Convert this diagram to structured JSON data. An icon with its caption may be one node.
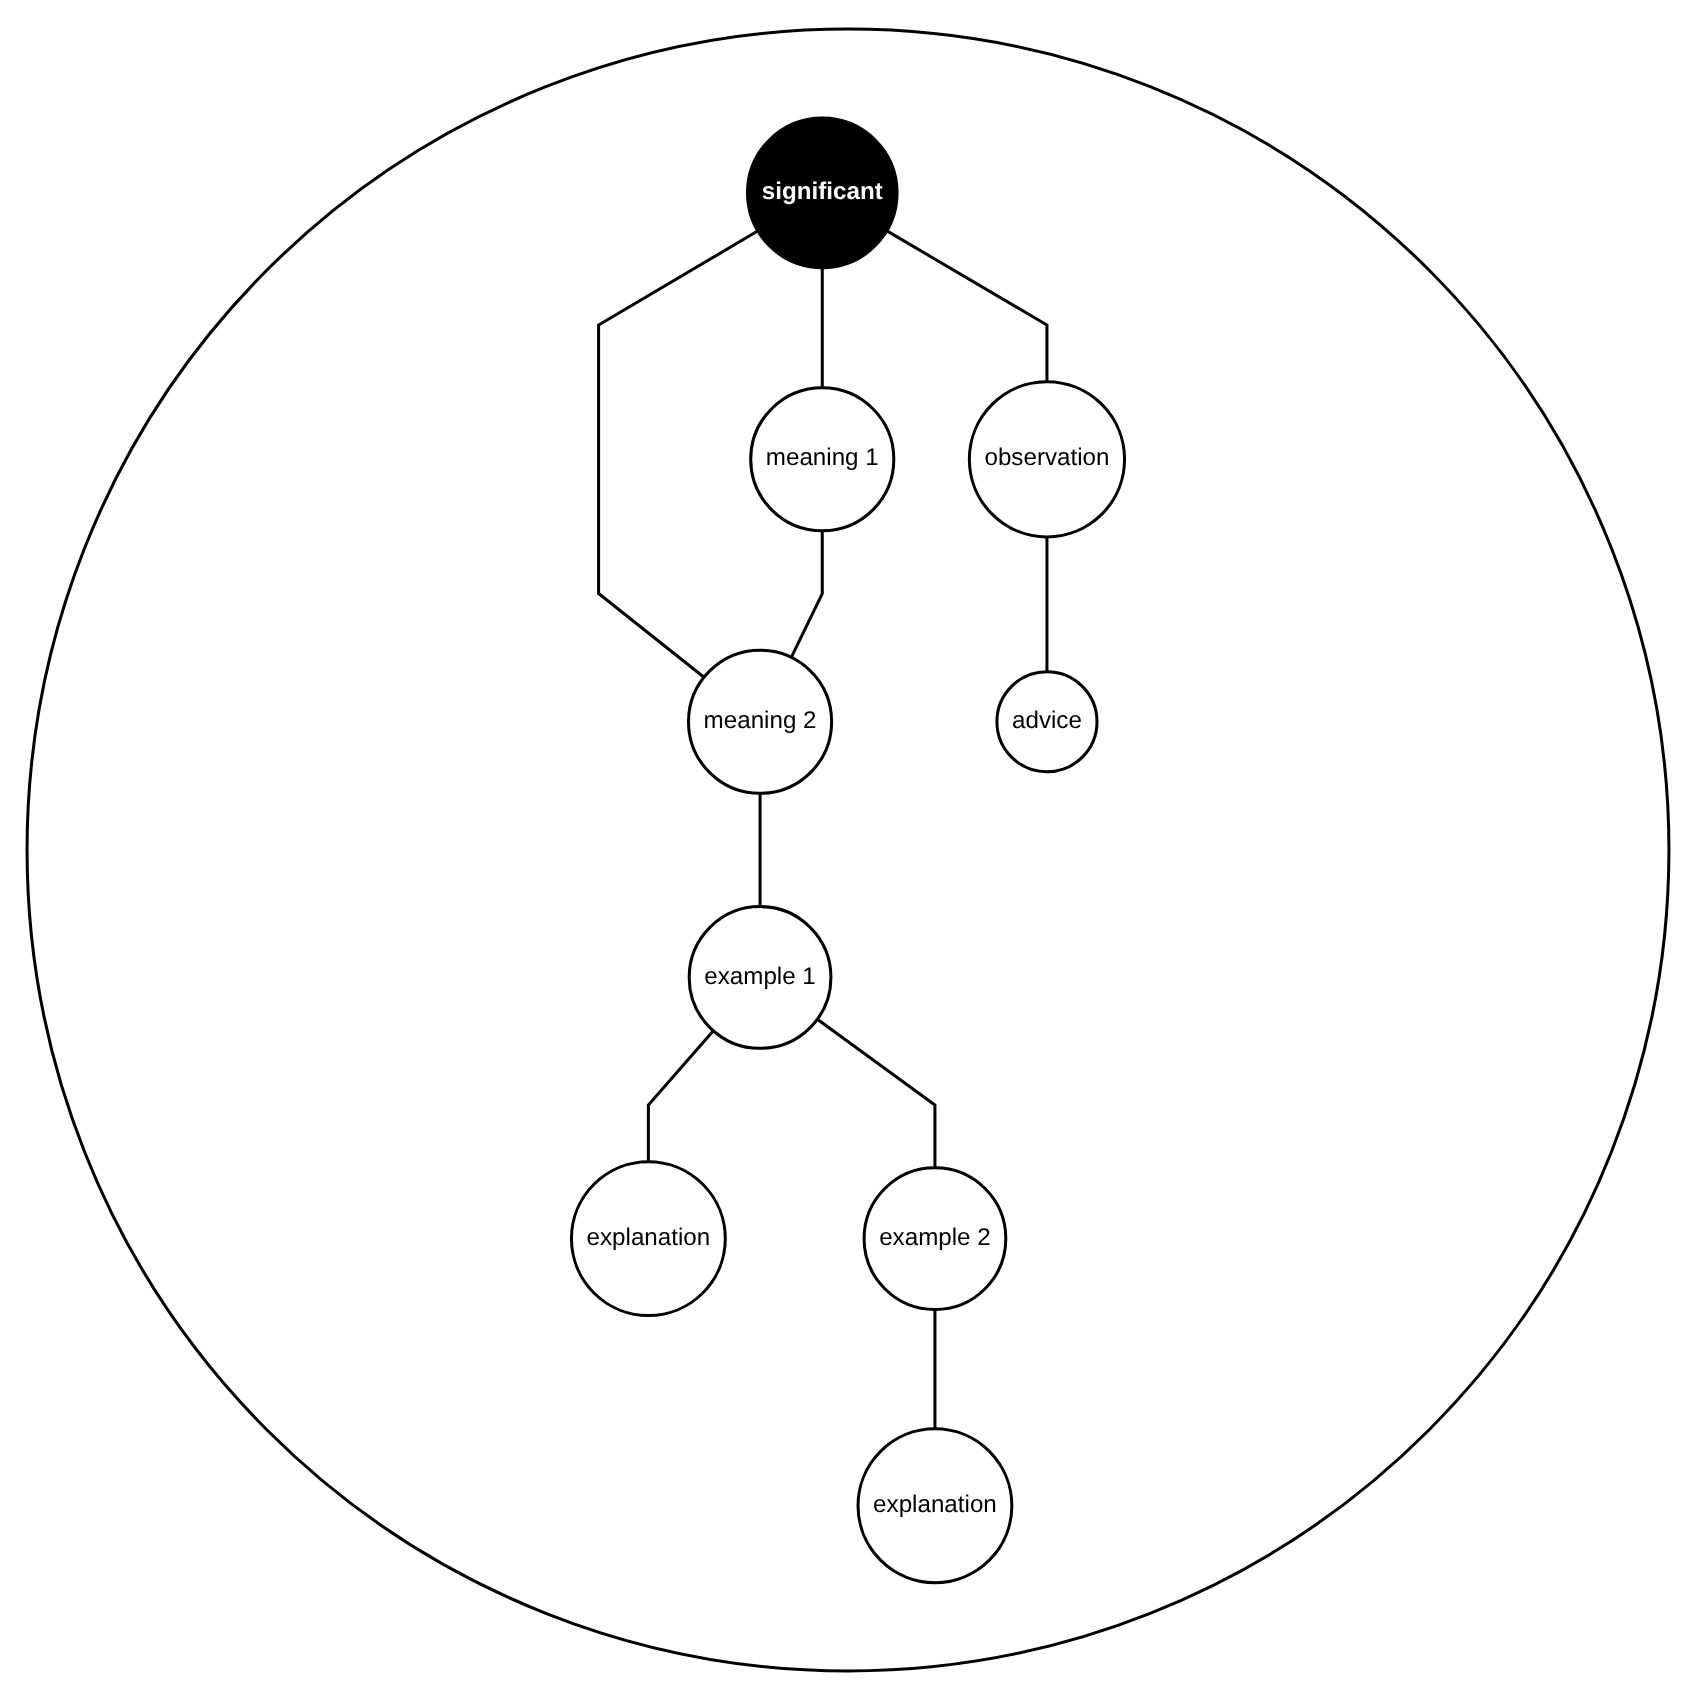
{
  "diagram": {
    "nodes": [
      {
        "text": [],
        "shape": "circle"
      },
      {
        "text": [
          "significant"
        ],
        "in": 0
      },
      {
        "text": [
          "observation"
        ],
        "in": 0
      },
      {
        "text": [
          "meaning 1"
        ],
        "in": 0
      },
      {
        "text": [
          "meaning 2"
        ],
        "in": 0
      },
      {
        "text": [
          "advice"
        ],
        "in": 0
      },
      {
        "text": [
          "explanation"
        ],
        "in": 0
      },
      {
        "text": [
          "example 1"
        ],
        "in": 0
      },
      {
        "text": [
          "explanation"
        ],
        "in": 0
      },
      {
        "text": [
          "example 2"
        ],
        "in": 0
      }
    ],
    "edges": [
      {
        "from": 1,
        "to": 2,
        "arrow": "none"
      },
      {
        "from": 1,
        "to": 3,
        "arrow": "none"
      },
      {
        "from": 1,
        "to": 4,
        "arrow": "none"
      },
      {
        "from": 3,
        "to": 4,
        "arrow": "none"
      },
      {
        "from": 2,
        "to": 5,
        "arrow": "none"
      },
      {
        "from": 4,
        "to": 7,
        "arrow": "none"
      },
      {
        "from": 7,
        "to": 6,
        "arrow": "none"
      },
      {
        "from": 7,
        "to": 9,
        "arrow": "none"
      },
      {
        "from": 9,
        "to": 8,
        "arrow": "none"
      }
    ]
  }
}
